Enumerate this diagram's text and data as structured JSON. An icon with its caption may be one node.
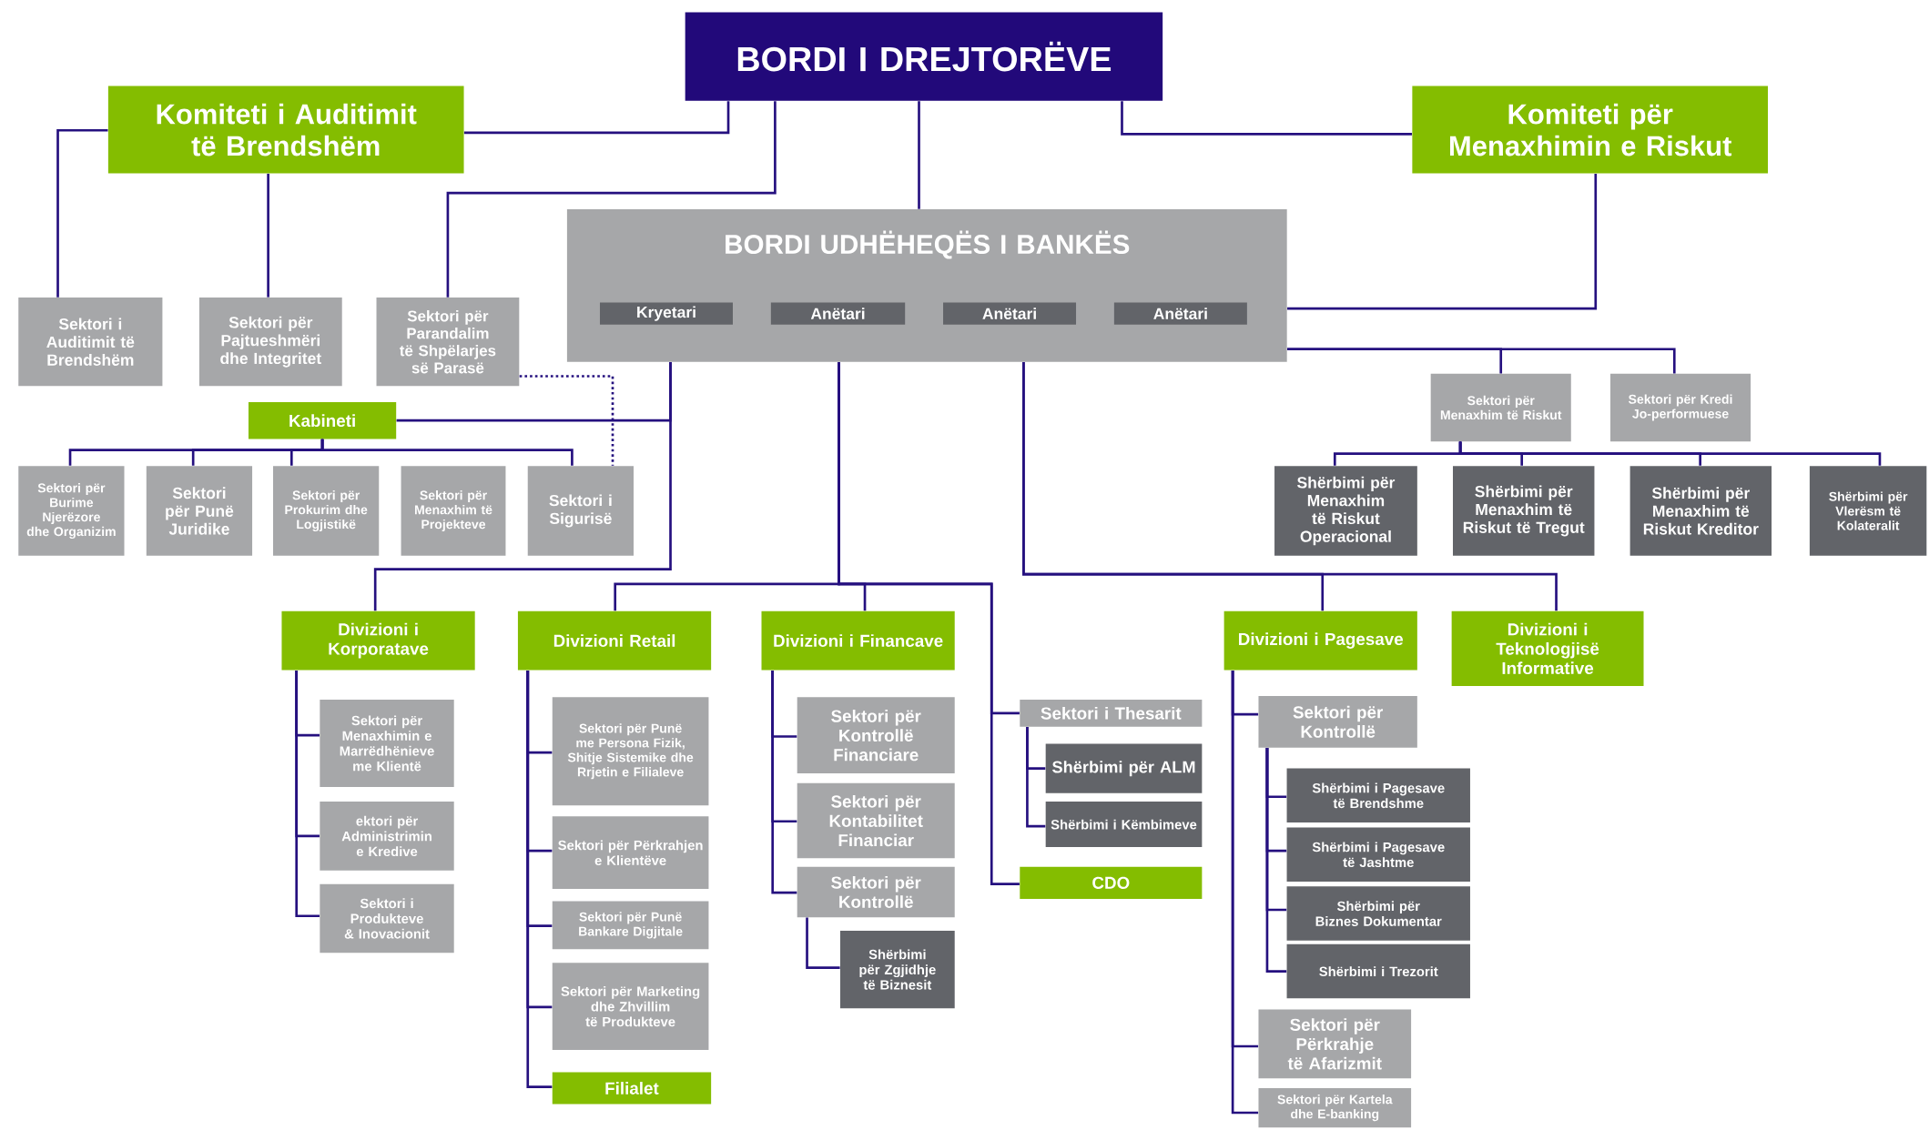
{
  "diagram": {
    "nodes": [
      {
        "text": [
          "BORDI I DREJTORËVE"
        ]
      },
      {
        "text": [
          "Komiteti i Auditimit të Brendshëm"
        ]
      },
      {
        "text": [
          "Komiteti për Menaxhimin e Riskut"
        ]
      },
      {
        "text": [
          "BORDI UDHËHEQËS I BANKËS"
        ]
      },
      {
        "text": [
          "Kryetari"
        ],
        "in": 3
      },
      {
        "text": [
          "Anëtari"
        ],
        "in": 3
      },
      {
        "text": [
          "Anëtari"
        ],
        "in": 3
      },
      {
        "text": [
          "Anëtari"
        ],
        "in": 3
      },
      {
        "text": [
          "Sektori i Auditimit të Brendshëm"
        ]
      },
      {
        "text": [
          "Sektori për Pajtueshmëri dhe Integritet"
        ]
      },
      {
        "text": [
          "Sektori për Parandalim të Shpëlarjes së Parasë"
        ]
      },
      {
        "text": [
          "Kabineti"
        ]
      },
      {
        "text": [
          "Sektori për Burime Njerëzore dhe Organizim"
        ]
      },
      {
        "text": [
          "Sektori për Punë Juridike"
        ]
      },
      {
        "text": [
          "Sektori për Prokurim dhe Logjistikë"
        ]
      },
      {
        "text": [
          "Sektori për Menaxhim të Projekteve"
        ]
      },
      {
        "text": [
          "Sektori i Sigurisë"
        ]
      },
      {
        "text": [
          "Sektori për Menaxhim të Riskut"
        ]
      },
      {
        "text": [
          "Sektori për Kredi Jo-performuese"
        ]
      },
      {
        "text": [
          "Shërbimi për Menaxhim të Riskut Operacional"
        ]
      },
      {
        "text": [
          "Shërbimi për Menaxhim të Riskut të Tregut"
        ]
      },
      {
        "text": [
          "Shërbimi për Menaxhim të Riskut Kreditor"
        ]
      },
      {
        "text": [
          "Shërbimi për Vlerësm të Kolateralit"
        ]
      },
      {
        "text": [
          "Divizioni i Korporatave"
        ]
      },
      {
        "text": [
          "Divizioni Retail"
        ]
      },
      {
        "text": [
          "Divizioni i Financave"
        ]
      },
      {
        "text": [
          "Divizioni i Pagesave"
        ]
      },
      {
        "text": [
          "Divizioni i Teknologjisë Informative"
        ]
      },
      {
        "text": [
          "Sektori për Menaxhimin e Marrëdhënieve me Klientë"
        ]
      },
      {
        "text": [
          "ektori për Administrimin e Kredive"
        ]
      },
      {
        "text": [
          "Sektori i Produkteve & Inovacionit"
        ]
      },
      {
        "text": [
          "Sektori për Punë me Persona Fizik, Shitje Sistemike dhe Rrjetin e Filialeve"
        ]
      },
      {
        "text": [
          "Sektori për Përkrahjen e Klientëve"
        ]
      },
      {
        "text": [
          "Sektori për Punë Bankare Digjitale"
        ]
      },
      {
        "text": [
          "Sektori për Marketing dhe Zhvillim të Produkteve"
        ]
      },
      {
        "text": [
          "Filialet"
        ]
      },
      {
        "text": [
          "Sektori për Kontrollë Financiare"
        ]
      },
      {
        "text": [
          "Sektori për Kontabilitet Financiar"
        ]
      },
      {
        "text": [
          "Sektori për Kontrollë"
        ]
      },
      {
        "text": [
          "Shërbimi për Zgjidhje të Biznesit"
        ]
      },
      {
        "text": [
          "Sektori i Thesarit"
        ]
      },
      {
        "text": [
          "Shërbimi për ALM"
        ]
      },
      {
        "text": [
          "Shërbimi i Këmbimeve"
        ]
      },
      {
        "text": [
          "CDO"
        ]
      },
      {
        "text": [
          "Sektori për Kontrollë"
        ]
      },
      {
        "text": [
          "Shërbimi i Pagesave të Brendshme"
        ]
      },
      {
        "text": [
          "Shërbimi i Pagesave të Jashtme"
        ]
      },
      {
        "text": [
          "Shërbimi për Biznes Dokumentar"
        ]
      },
      {
        "text": [
          "Shërbimi i Trezorit"
        ]
      },
      {
        "text": [
          "Sektori për Përkrahje të Afarizmit"
        ]
      },
      {
        "text": [
          "Sektori për Kartela dhe E-banking"
        ]
      }
    ],
    "edges": [
      {
        "from": 0,
        "to": 1,
        "arrow": "none"
      },
      {
        "from": 0,
        "to": 10,
        "arrow": "none"
      },
      {
        "from": 0,
        "to": 3,
        "arrow": "none"
      },
      {
        "from": 0,
        "to": 2,
        "arrow": "none"
      },
      {
        "from": 1,
        "to": 8,
        "arrow": "none"
      },
      {
        "from": 1,
        "to": 9,
        "arrow": "none"
      },
      {
        "from": 2,
        "to": 3,
        "arrow": "none"
      },
      {
        "from": 3,
        "to": 17,
        "arrow": "none"
      },
      {
        "from": 3,
        "to": 18,
        "arrow": "none"
      },
      {
        "from": 10,
        "to": 16,
        "arrow": "none",
        "style": "dashed"
      },
      {
        "from": 3,
        "to": 11,
        "arrow": "none"
      },
      {
        "from": 3,
        "to": 23,
        "arrow": "none"
      },
      {
        "from": 11,
        "to": 12,
        "arrow": "none"
      },
      {
        "from": 11,
        "to": 13,
        "arrow": "none"
      },
      {
        "from": 11,
        "to": 14,
        "arrow": "none"
      },
      {
        "from": 11,
        "to": 16,
        "arrow": "none"
      },
      {
        "from": 17,
        "to": 19,
        "arrow": "none"
      },
      {
        "from": 17,
        "to": 20,
        "arrow": "none"
      },
      {
        "from": 17,
        "to": 21,
        "arrow": "none"
      },
      {
        "from": 17,
        "to": 22,
        "arrow": "none"
      },
      {
        "from": 3,
        "to": 24,
        "arrow": "none"
      },
      {
        "from": 3,
        "to": 25,
        "arrow": "none"
      },
      {
        "from": 3,
        "to": 40,
        "arrow": "none"
      },
      {
        "from": 3,
        "to": 43,
        "arrow": "none"
      },
      {
        "from": 3,
        "to": 26,
        "arrow": "none"
      },
      {
        "from": 3,
        "to": 27,
        "arrow": "none"
      },
      {
        "from": 23,
        "to": 28,
        "arrow": "none"
      },
      {
        "from": 23,
        "to": 29,
        "arrow": "none"
      },
      {
        "from": 23,
        "to": 30,
        "arrow": "none"
      },
      {
        "from": 24,
        "to": 31,
        "arrow": "none"
      },
      {
        "from": 24,
        "to": 32,
        "arrow": "none"
      },
      {
        "from": 24,
        "to": 33,
        "arrow": "none"
      },
      {
        "from": 24,
        "to": 34,
        "arrow": "none"
      },
      {
        "from": 24,
        "to": 35,
        "arrow": "none"
      },
      {
        "from": 25,
        "to": 36,
        "arrow": "none"
      },
      {
        "from": 25,
        "to": 37,
        "arrow": "none"
      },
      {
        "from": 25,
        "to": 38,
        "arrow": "none"
      },
      {
        "from": 38,
        "to": 39,
        "arrow": "none"
      },
      {
        "from": 40,
        "to": 41,
        "arrow": "none"
      },
      {
        "from": 40,
        "to": 42,
        "arrow": "none"
      },
      {
        "from": 26,
        "to": 44,
        "arrow": "none"
      },
      {
        "from": 26,
        "to": 49,
        "arrow": "none"
      },
      {
        "from": 26,
        "to": 50,
        "arrow": "none"
      },
      {
        "from": 44,
        "to": 45,
        "arrow": "none"
      },
      {
        "from": 44,
        "to": 46,
        "arrow": "none"
      },
      {
        "from": 44,
        "to": 47,
        "arrow": "none"
      },
      {
        "from": 44,
        "to": 48,
        "arrow": "none"
      }
    ]
  }
}
